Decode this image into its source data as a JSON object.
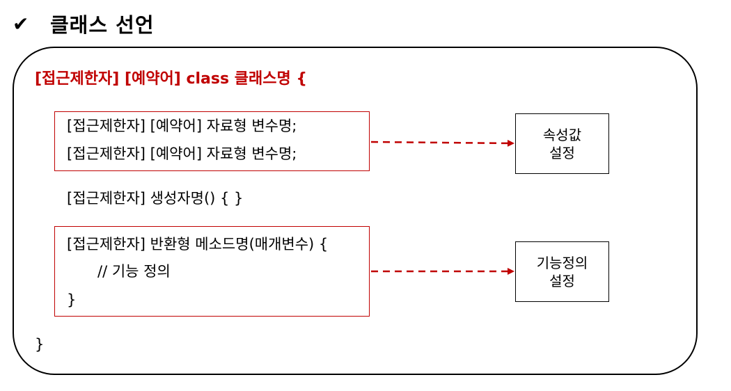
{
  "heading": {
    "check_icon": "✔",
    "title": "클래스 선언"
  },
  "code": {
    "class_decl": "[접근제한자] [예약어] class 클래스명 {",
    "field_line_1": "[접근제한자] [예약어] 자료형 변수명;",
    "field_line_2": "[접근제한자] [예약어] 자료형 변수명;",
    "constructor_line": "[접근제한자] 생성자명() { }",
    "method_line": "[접근제한자] 반환형 메소드명(매개변수) {",
    "method_comment": "// 기능 정의",
    "method_close": "}",
    "class_close": "}"
  },
  "notes": {
    "fields_note_line1": "속성값",
    "fields_note_line2": "설정",
    "method_note_line1": "기능정의",
    "method_note_line2": "설정"
  },
  "colors": {
    "accent": "#c00000",
    "border": "#000000"
  }
}
